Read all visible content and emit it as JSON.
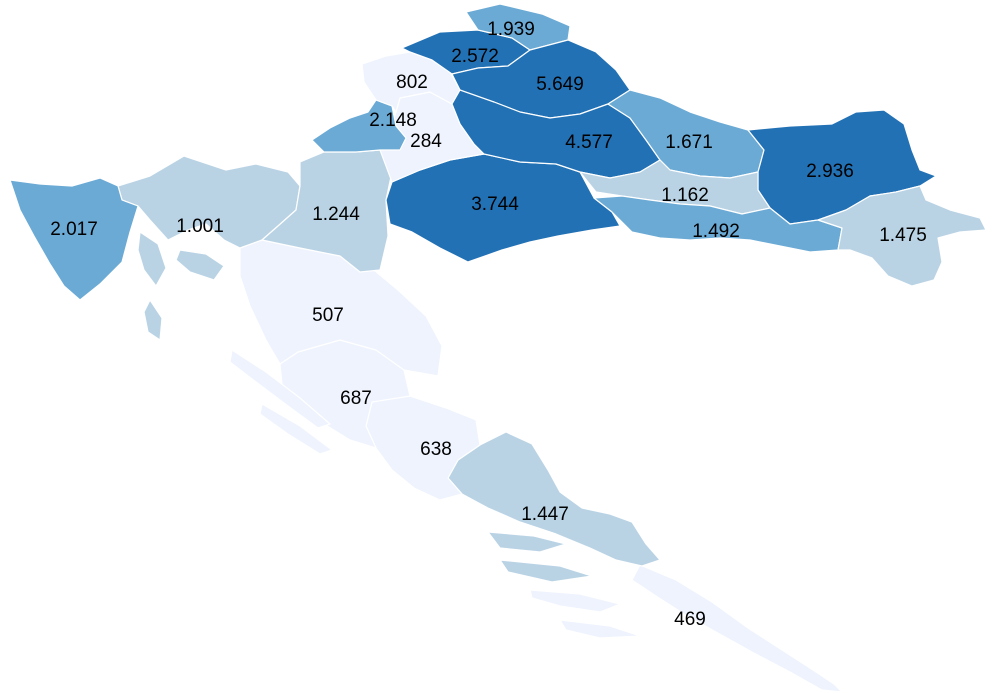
{
  "palette": {
    "very_light": "#eef3fd",
    "light": "#b9d3e5",
    "medium": "#6aaad5",
    "dark": "#2271b5"
  },
  "regions": [
    {
      "id": "medimurje",
      "value": "1.939",
      "shade": "medium"
    },
    {
      "id": "varazdin",
      "value": "2.572",
      "shade": "dark"
    },
    {
      "id": "koprivnica-krizevci",
      "value": "5.649",
      "shade": "dark"
    },
    {
      "id": "krapina-zagorje",
      "value": "802",
      "shade": "very_light"
    },
    {
      "id": "zagreb-city",
      "value": "2.148",
      "shade": "medium"
    },
    {
      "id": "zagreb-county",
      "value": "284",
      "shade": "very_light"
    },
    {
      "id": "bjelovar-bilogora",
      "value": "4.577",
      "shade": "dark"
    },
    {
      "id": "virovitica-podravina",
      "value": "1.671",
      "shade": "medium"
    },
    {
      "id": "osijek-baranja",
      "value": "2.936",
      "shade": "dark"
    },
    {
      "id": "pozega-slavonia",
      "value": "1.162",
      "shade": "light"
    },
    {
      "id": "brod-posavina",
      "value": "1.492",
      "shade": "medium"
    },
    {
      "id": "vukovar-srijem",
      "value": "1.475",
      "shade": "light"
    },
    {
      "id": "sisak-moslavina",
      "value": "3.744",
      "shade": "dark"
    },
    {
      "id": "karlovac",
      "value": "1.244",
      "shade": "light"
    },
    {
      "id": "primorje-gorski-kotar",
      "value": "1.001",
      "shade": "light"
    },
    {
      "id": "istria",
      "value": "2.017",
      "shade": "medium"
    },
    {
      "id": "lika-senj",
      "value": "507",
      "shade": "very_light"
    },
    {
      "id": "zadar",
      "value": "687",
      "shade": "very_light"
    },
    {
      "id": "sibenik-knin",
      "value": "638",
      "shade": "very_light"
    },
    {
      "id": "split-dalmatia",
      "value": "1.447",
      "shade": "light"
    },
    {
      "id": "dubrovnik-neretva",
      "value": "469",
      "shade": "very_light"
    }
  ]
}
